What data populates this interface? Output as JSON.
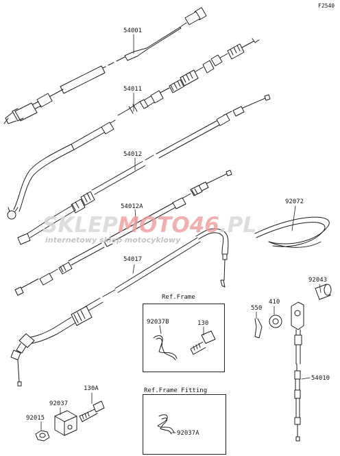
{
  "figure_code": "F2540",
  "watermark": {
    "brand_prefix": "SKLEP",
    "brand_accent": "MOTO46",
    "brand_suffix": ".PL",
    "tagline": "internetowy sklep motocyklowy"
  },
  "part_labels": {
    "p54001": "54001",
    "p54011": "54011",
    "p54012": "54012",
    "p54012A": "54012A",
    "p54017": "54017",
    "p92072": "92072",
    "p92043": "92043",
    "p550": "550",
    "p410": "410",
    "p54010": "54010",
    "p92037B": "92037B",
    "p130": "130",
    "p130A": "130A",
    "p92037": "92037",
    "p92015": "92015",
    "p92037A": "92037A"
  },
  "boxes": {
    "ref_frame": "Ref.Frame",
    "ref_frame_fitting": "Ref.Frame Fitting"
  },
  "colors": {
    "line": "#1a1a1a",
    "watermark_gray": "#d7d7d7",
    "watermark_red": "#ee9b9b"
  }
}
